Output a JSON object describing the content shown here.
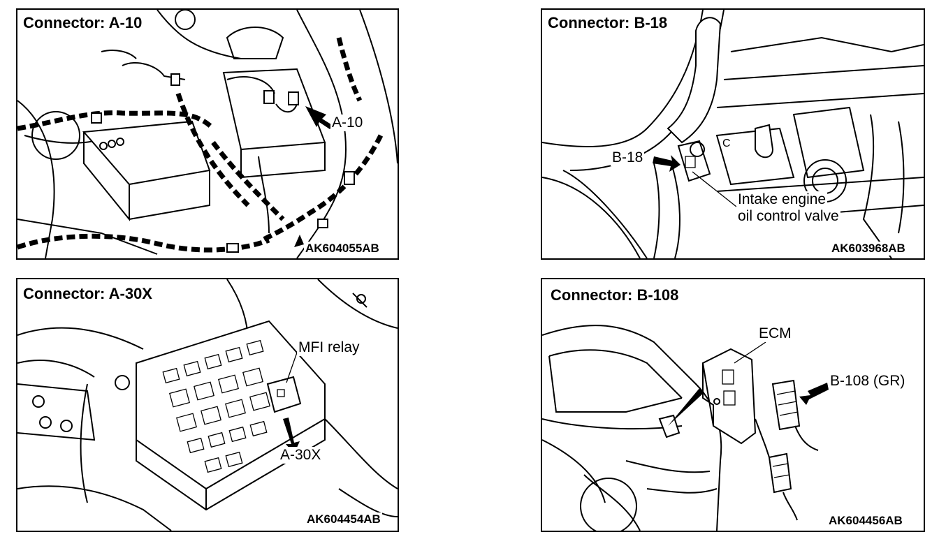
{
  "panels": [
    {
      "title": "Connector: A-10",
      "callouts": [
        "A-10"
      ],
      "code": "AK604055AB"
    },
    {
      "title": "Connector: B-18",
      "callouts": [
        "B-18",
        "Intake engine",
        "oil control valve",
        "C"
      ],
      "code": "AK603968AB"
    },
    {
      "title": "Connector: A-30X",
      "callouts": [
        "MFI relay",
        "A-30X"
      ],
      "code": "AK604454AB"
    },
    {
      "title": "Connector: B-108",
      "callouts": [
        "ECM",
        "B-108 (GR)"
      ],
      "code": "AK604456AB"
    }
  ]
}
